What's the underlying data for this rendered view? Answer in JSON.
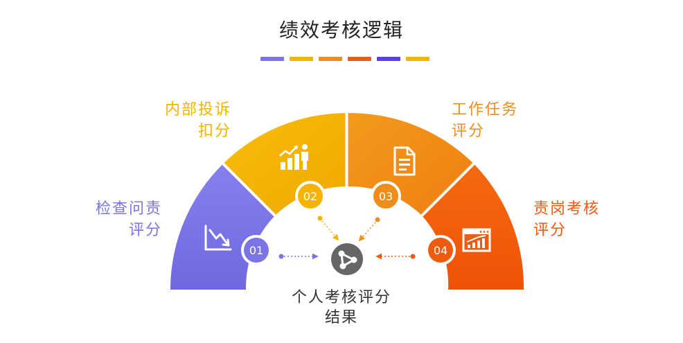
{
  "title": "绩效考核逻辑",
  "title_bar_colors": [
    "#7b74e6",
    "#f5b300",
    "#f08c1a",
    "#f05a0c",
    "#5b3cf0",
    "#f5b300"
  ],
  "segments": [
    {
      "id": "01",
      "line1": "检查问责",
      "line2": "评分",
      "color": "#7b74e6",
      "icon": "declining-chart-icon"
    },
    {
      "id": "02",
      "line1": "内部投诉",
      "line2": "扣分",
      "color": "#f5b300",
      "icon": "growth-person-icon"
    },
    {
      "id": "03",
      "line1": "工作任务",
      "line2": "评分",
      "color": "#f08c1a",
      "icon": "document-icon"
    },
    {
      "id": "04",
      "line1": "责岗考核",
      "line2": "评分",
      "color": "#f05a0c",
      "icon": "browser-chart-icon"
    }
  ],
  "center": {
    "line1": "个人考核评分",
    "line2": "结果",
    "icon": "share-icon",
    "color": "#666666"
  }
}
